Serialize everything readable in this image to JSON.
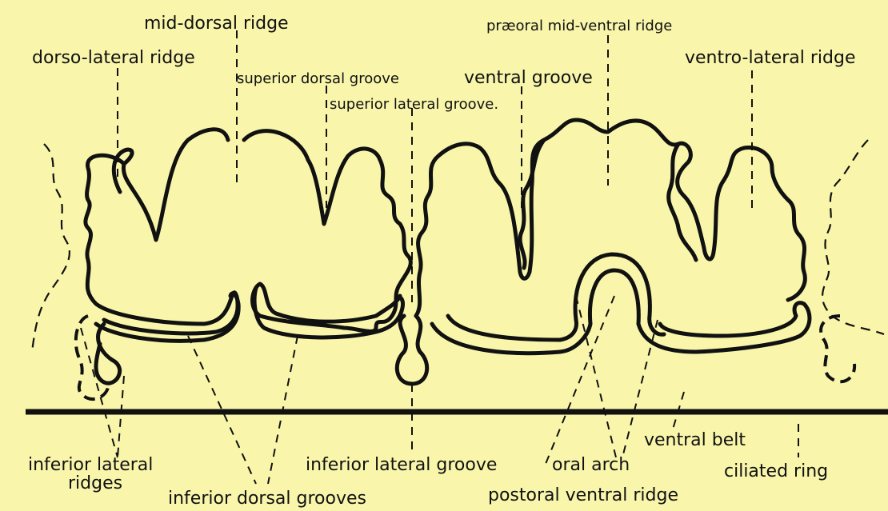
{
  "labels": {
    "mid_dorsal_ridge": "mid-dorsal ridge",
    "dorso_lateral_ridge": "dorso-lateral ridge",
    "superior_dorsal_groove": "superior dorsal groove",
    "superior_lateral_groove": "superior lateral groove.",
    "proeoral_mid_ventral_ridge": "præoral mid-ventral ridge",
    "ventral_groove": "ventral groove",
    "ventro_lateral_ridge": "ventro-lateral ridge",
    "inferior_lateral_ridges_line1": "inferior lateral",
    "inferior_lateral_ridges_line2": "ridges",
    "inferior_dorsal_grooves": "inferior dorsal grooves",
    "inferior_lateral_groove": "inferior lateral groove",
    "oral_arch": "oral arch",
    "ventral_belt": "ventral belt",
    "ciliated_ring": "ciliated ring",
    "postoral_ventral_ridge": "postoral ventral ridge"
  },
  "colors": {
    "background": "#f9f6ab",
    "ink": "#111111"
  }
}
